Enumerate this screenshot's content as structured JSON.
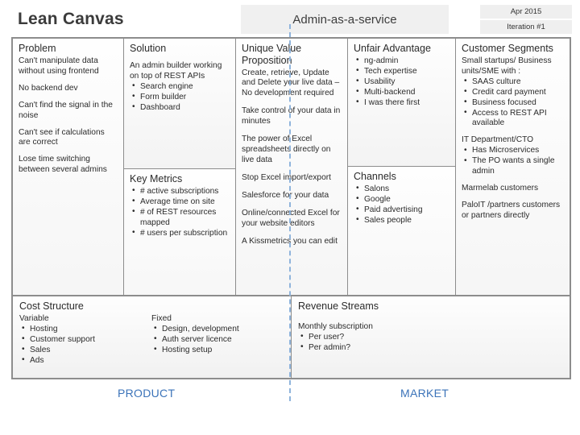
{
  "header": {
    "title": "Lean Canvas",
    "project": "Admin-as-a-service",
    "date": "Apr 2015",
    "iteration": "Iteration #1"
  },
  "footer": {
    "product": "PRODUCT",
    "market": "MARKET",
    "divider_color": "#8fb4dc",
    "label_color": "#3b73b9"
  },
  "blocks": {
    "problem": {
      "title": "Problem",
      "items": [
        "Can't manipulate data without using frontend",
        "No backend dev",
        "Can't find the signal in the noise",
        "Can't see if calculations are correct",
        "Lose time switching between several admins"
      ]
    },
    "solution": {
      "title": "Solution",
      "intro": "An admin builder working on top of REST APIs",
      "bullets": [
        "Search engine",
        "Form builder",
        "Dashboard"
      ]
    },
    "key_metrics": {
      "title": "Key Metrics",
      "bullets": [
        "# active subscriptions",
        "Average time on site",
        "# of REST resources mapped",
        "# users per subscription"
      ]
    },
    "uvp": {
      "title": "Unique Value Proposition",
      "items": [
        "Create, retrieve, Update and Delete your live data – No development required",
        "Take control of your data in minutes",
        "The power of Excel spreadsheets directly on live data",
        "Stop Excel import/export",
        "Salesforce for your data",
        "Online/connected Excel for your website editors",
        "A Kissmetrics you can edit"
      ]
    },
    "unfair_advantage": {
      "title": "Unfair Advantage",
      "bullets": [
        "ng-admin",
        "Tech expertise",
        "Usability",
        "Multi-backend",
        "I was there first"
      ]
    },
    "channels": {
      "title": "Channels",
      "bullets": [
        "Salons",
        "Google",
        "Paid advertising",
        "Sales people"
      ]
    },
    "customer_segments": {
      "title": "Customer Segments",
      "intro": "Small startups/ Business units/SME with :",
      "bullets": [
        "SAAS culture",
        "Credit card payment",
        "Business focused",
        "Access to REST API available"
      ],
      "group2_label": "IT Department/CTO",
      "group2_bullets": [
        "Has Microservices",
        "The PO wants a single admin"
      ],
      "note1": "Marmelab customers",
      "note2": "PaloIT /partners customers or partners directly"
    },
    "cost_structure": {
      "title": "Cost Structure",
      "variable_label": "Variable",
      "variable_bullets": [
        "Hosting",
        "Customer support",
        "Sales",
        "Ads"
      ],
      "fixed_label": "Fixed",
      "fixed_bullets": [
        "Design, development",
        "Auth server licence",
        "Hosting setup"
      ]
    },
    "revenue_streams": {
      "title": "Revenue Streams",
      "intro": "Monthly subscription",
      "bullets": [
        "Per user?",
        "Per admin?"
      ]
    }
  }
}
